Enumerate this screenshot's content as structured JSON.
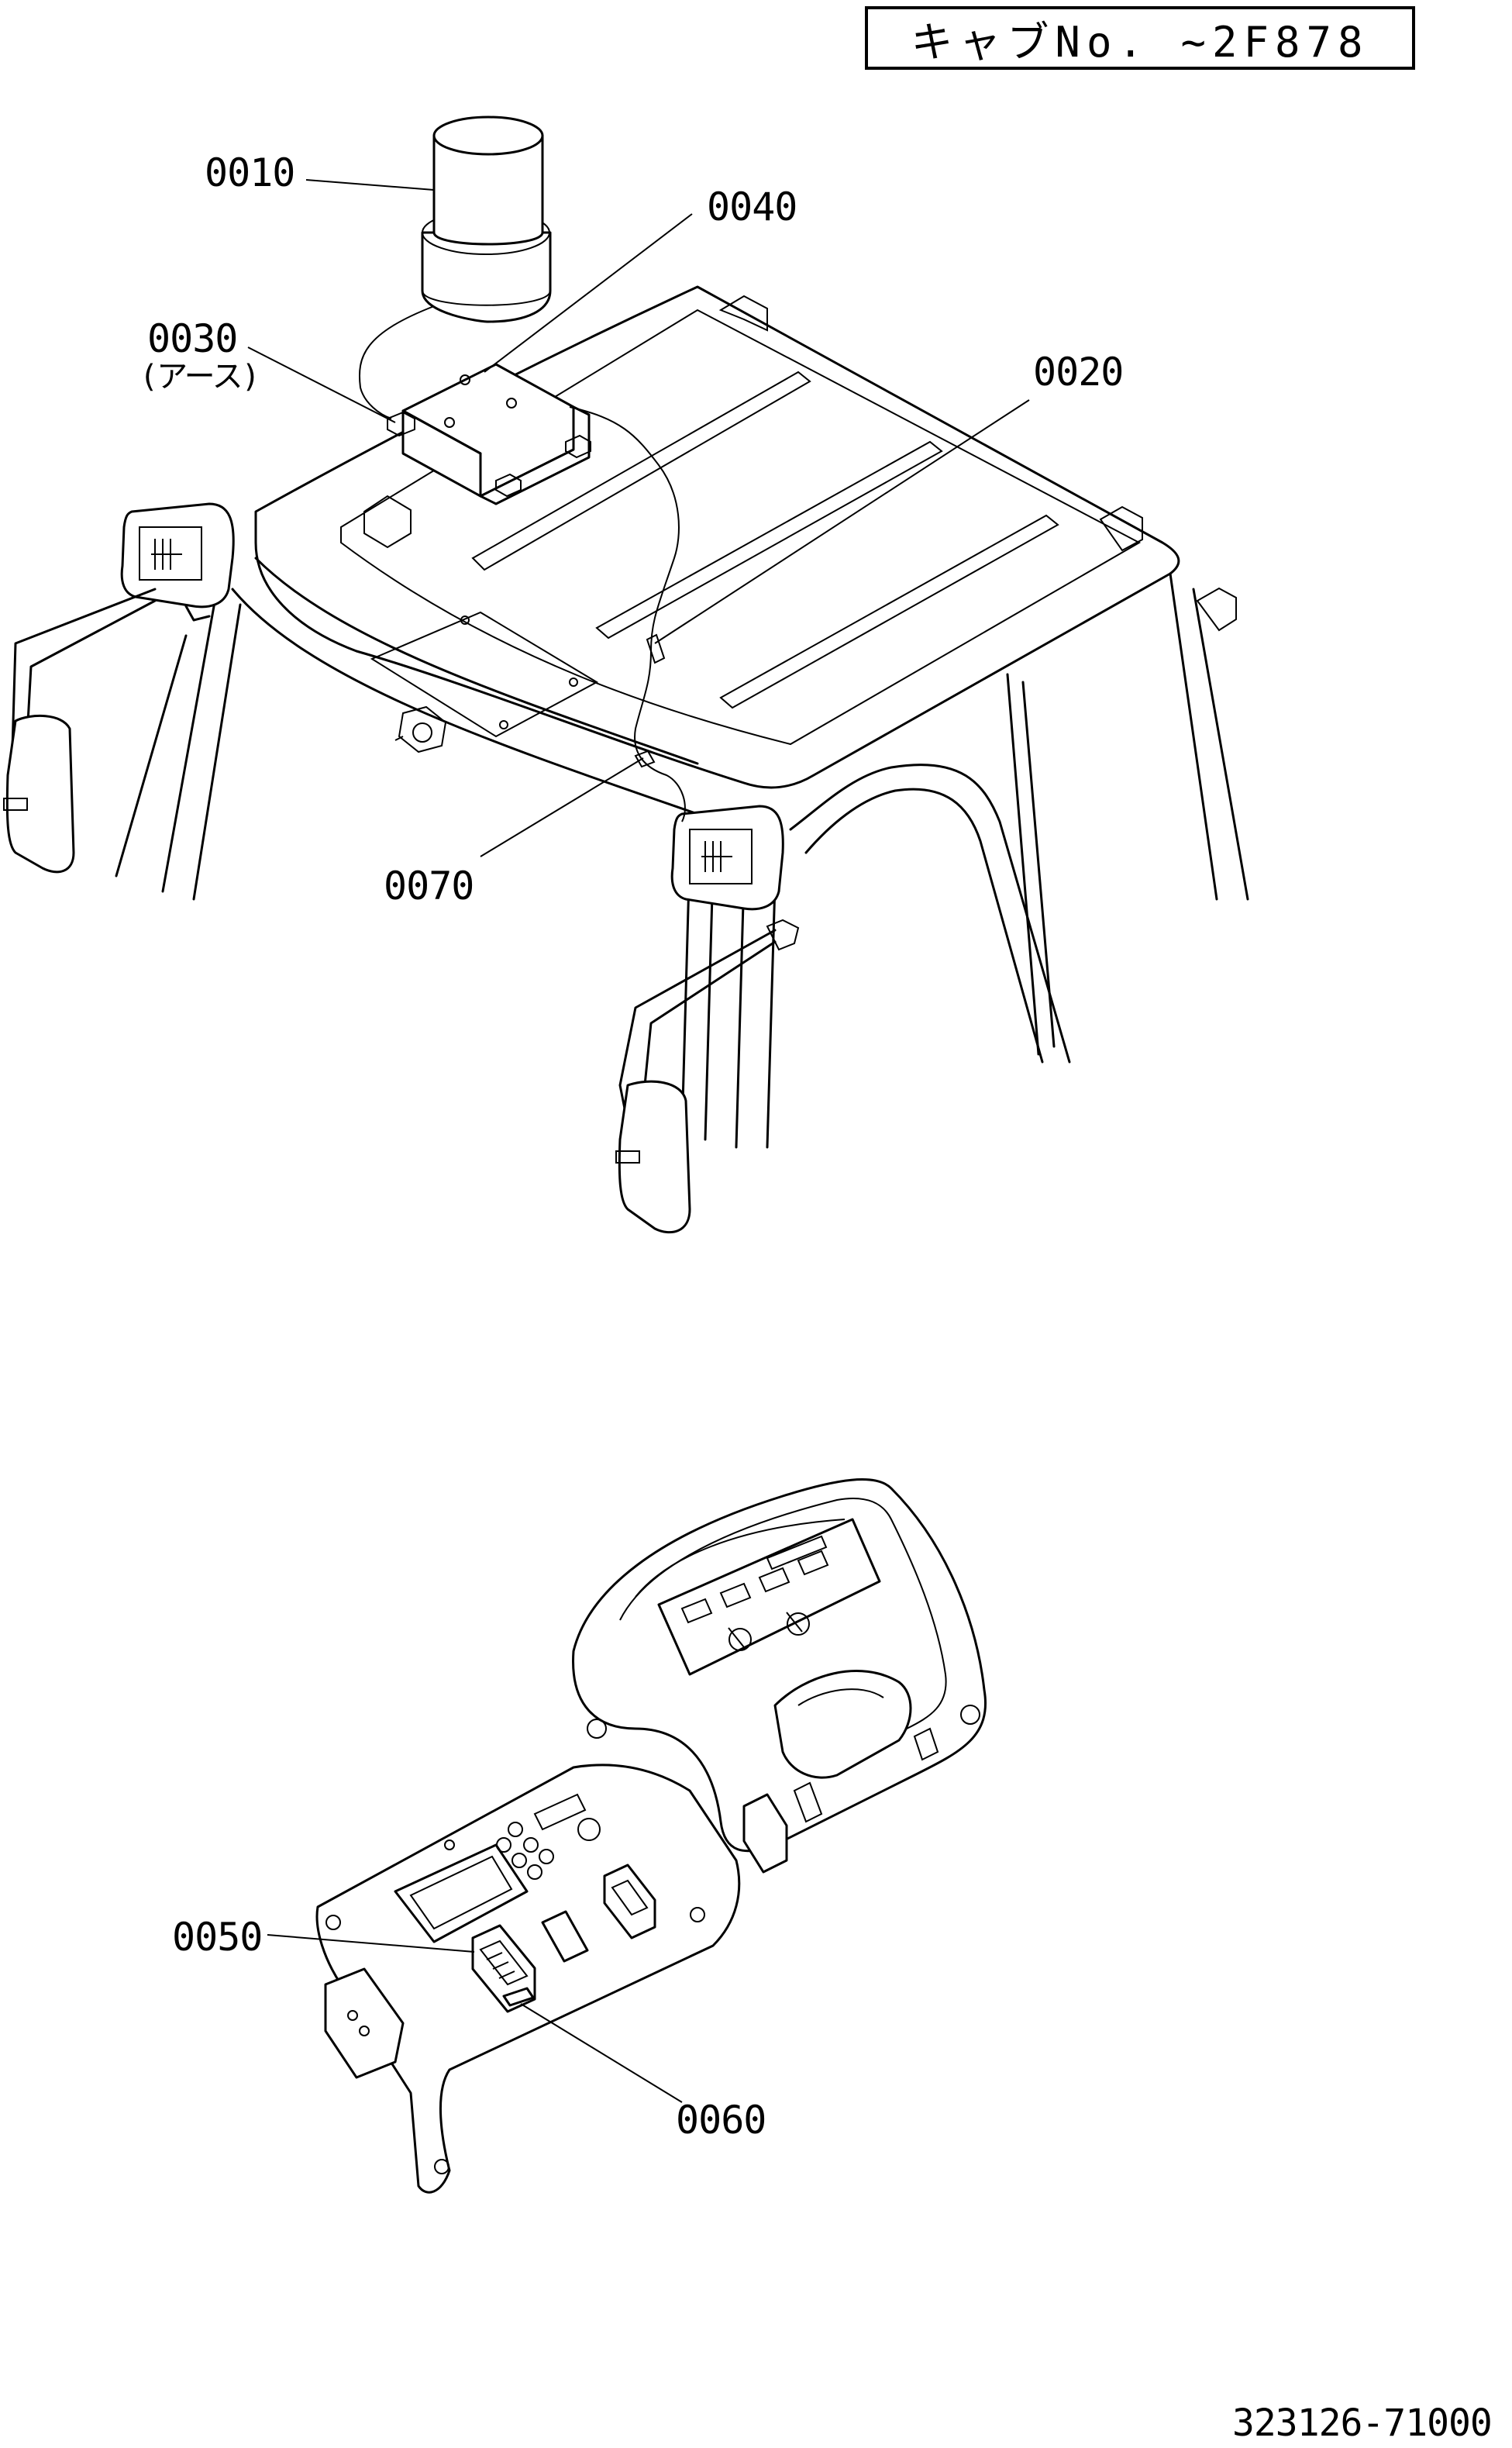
{
  "header": {
    "cab_range": "キャブNo. ~2F878"
  },
  "callouts": {
    "c0010": "0010",
    "c0020": "0020",
    "c0030": "0030",
    "c0030_note": "(アース)",
    "c0040": "0040",
    "c0050": "0050",
    "c0060": "0060",
    "c0070": "0070"
  },
  "footer": {
    "drawing_number": "323126-71000"
  }
}
